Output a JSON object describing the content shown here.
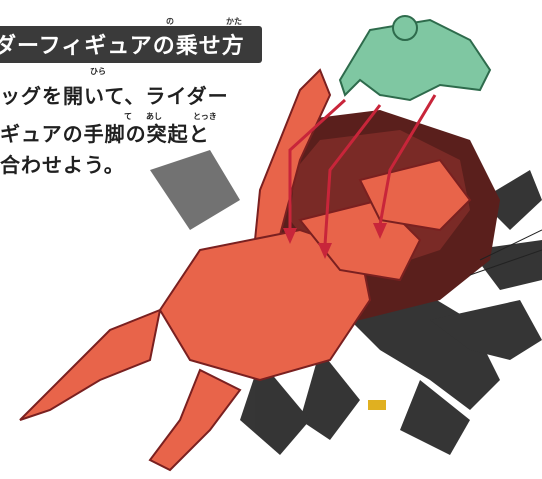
{
  "header": {
    "title": "ダーフィギュアの乗せ方",
    "ruby_no": "の",
    "ruby_kata": "かた"
  },
  "instructions": {
    "line1": "ッグを開いて、ライダー",
    "line2": "ギュアの手脚の突起と",
    "line3": "合わせよう。",
    "ruby_hira": "ひら",
    "ruby_te": "て",
    "ruby_ashi": "あし",
    "ruby_tokki": "とっき"
  },
  "colors": {
    "beetle_body": "#e8644a",
    "beetle_shadow": "#5a1f1c",
    "beetle_legs": "#2a2a2a",
    "figure": "#7fc7a2",
    "arrows": "#c8253a",
    "header_bg": "#3a3a3a"
  }
}
